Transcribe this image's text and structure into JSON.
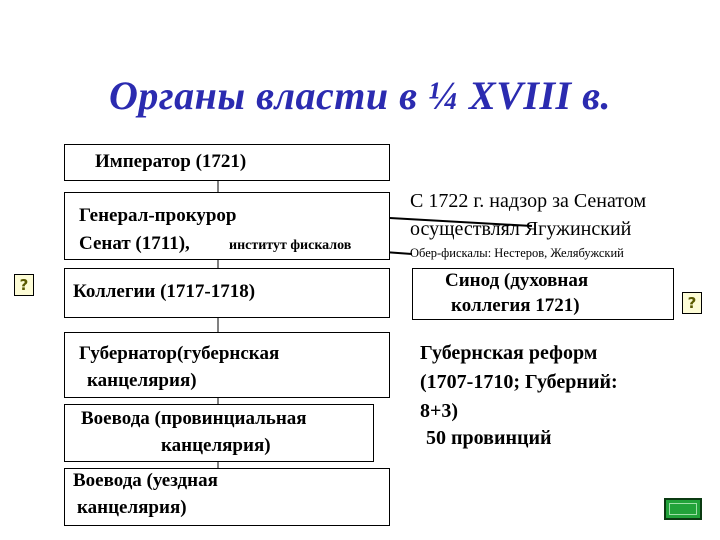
{
  "slide": {
    "title": "Органы власти в ¼ XVIII в."
  },
  "left_column": {
    "emperor": "Император (1721)",
    "procurator": "Генерал-прокурор",
    "senate": "Сенат (1711),",
    "fiscals": "институт фискалов",
    "collegia": "Коллегии (1717-1718)",
    "governor_line1": "Губернатор(губернская",
    "governor_line2": "канцелярия)",
    "voevoda_prov_line1": "Воевода (провинциальная",
    "voevoda_prov_line2": "канцелярия)",
    "voevoda_uezd_line1": "Воевода (уездная",
    "voevoda_uezd_line2": "канцелярия)"
  },
  "right_column": {
    "senate_note_line1": "С 1722 г. надзор за Сенатом",
    "senate_note_line2": "осуществлял Ягужинский",
    "ober_fiscals": "Обер-фискалы: Нестеров, Желябужский",
    "synod_line1": "Синод (духовная",
    "synod_line2": "коллегия 1721)",
    "reform_line1": "Губернская реформ",
    "reform_line2": "(1707-1710; Губерний:",
    "reform_line3": "8+3)",
    "reform_line4": "50 провинций"
  },
  "buttons": {
    "help_left": "?",
    "help_right": "?"
  }
}
